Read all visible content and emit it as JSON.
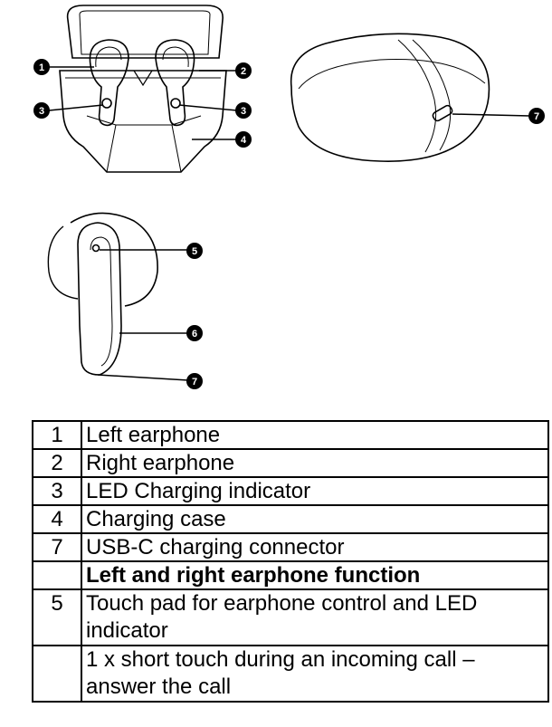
{
  "callouts": {
    "left_earphone": "1",
    "right_earphone": "2",
    "led_left": "3",
    "led_right": "3",
    "charging_case": "4",
    "touch_pad": "5",
    "earphone_stem": "6",
    "earphone_usb": "7",
    "case_usb": "7"
  },
  "legend": {
    "rows": [
      {
        "num": "1",
        "text": "Left earphone",
        "bold": false
      },
      {
        "num": "2",
        "text": "Right earphone",
        "bold": false
      },
      {
        "num": "3",
        "text": "LED Charging indicator",
        "bold": false
      },
      {
        "num": "4",
        "text": "Charging case",
        "bold": false
      },
      {
        "num": "7",
        "text": "USB-C charging connector",
        "bold": false
      },
      {
        "num": "",
        "text": "Left and right earphone function",
        "bold": true
      },
      {
        "num": "5",
        "text": "Touch pad for earphone control and LED indicator",
        "bold": false
      },
      {
        "num": "",
        "text": "1 x short touch during an incoming call – answer the call",
        "bold": false
      }
    ]
  },
  "colors": {
    "line": "#000000",
    "callout_fill": "#000000",
    "callout_text": "#ffffff"
  }
}
